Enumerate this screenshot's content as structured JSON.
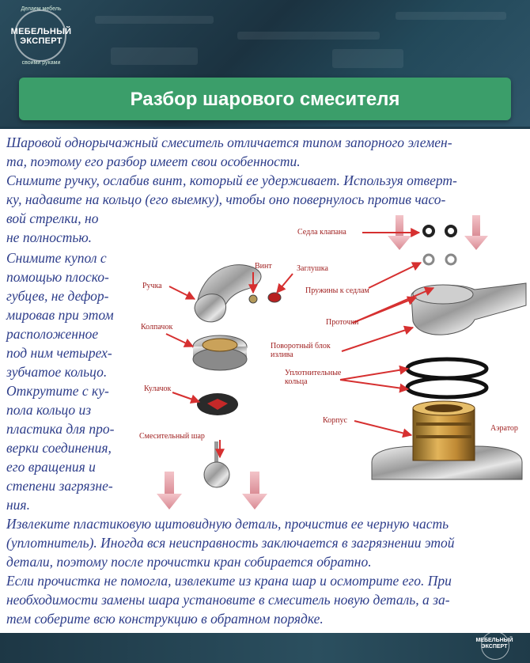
{
  "logo": {
    "top_arc": "Делаем мебель",
    "line1": "МЕБЕЛЬНЫЙ",
    "line2": "ЭКСПЕРТ",
    "bottom_arc": "своими руками"
  },
  "title": "Разбор шарового смесителя",
  "paragraphs": [
    "Шаровой однорычажный смеситель отличается типом запорного элемен-",
    "та, поэтому его разбор имеет свои особенности.",
    "Снимите ручку, ослабив винт, который ее удерживает. Используя отверт-",
    "ку, надавите на кольцо (его выемку), чтобы оно повернулось против часо-",
    "вой стрелки, но",
    "не полностью.",
    "Снимите купол с",
    "помощью плоско-",
    "губцев, не дефор-",
    "мировав при этом",
    "расположенное",
    "под ним четырех-",
    "зубчатое кольцо.",
    "Открутите с ку-",
    "пола кольцо из",
    "пластика для про-",
    "верки соединения,",
    "его вращения и",
    "степени загрязне-",
    "ния.",
    "Извлеките пластиковую щитовидную деталь, прочистив ее черную часть",
    "(уплотнитель). Иногда вся неисправность заключается в загрязнении этой",
    "детали, поэтому после прочистки кран собирается обратно.",
    "Если прочистка не помогла, извлеките из крана шар и осмотрите его. При",
    "необходимости замены шара установите в смеситель новую деталь, а за-",
    "тем соберите всю конструкцию в обратном порядке."
  ],
  "diagram_labels": {
    "ruchka": "Ручка",
    "vint": "Винт",
    "zaglushka": "Заглушка",
    "sedla": "Седла клапана",
    "pruzhiny": "Пружины к седлам",
    "protochki": "Проточки",
    "kolpachok": "Колпачок",
    "povorotny1": "Поворотный блок",
    "povorotny2": "излива",
    "uplot1": "Уплотнительные",
    "uplot2": "кольца",
    "kulachok": "Кулачок",
    "korpus": "Корпус",
    "aerator": "Аэратор",
    "shar": "Смесительный шар"
  },
  "colors": {
    "title_bar": "#3b9e6a",
    "text": "#2d3d8a",
    "label": "#a02020",
    "arrow": "#d63030"
  }
}
